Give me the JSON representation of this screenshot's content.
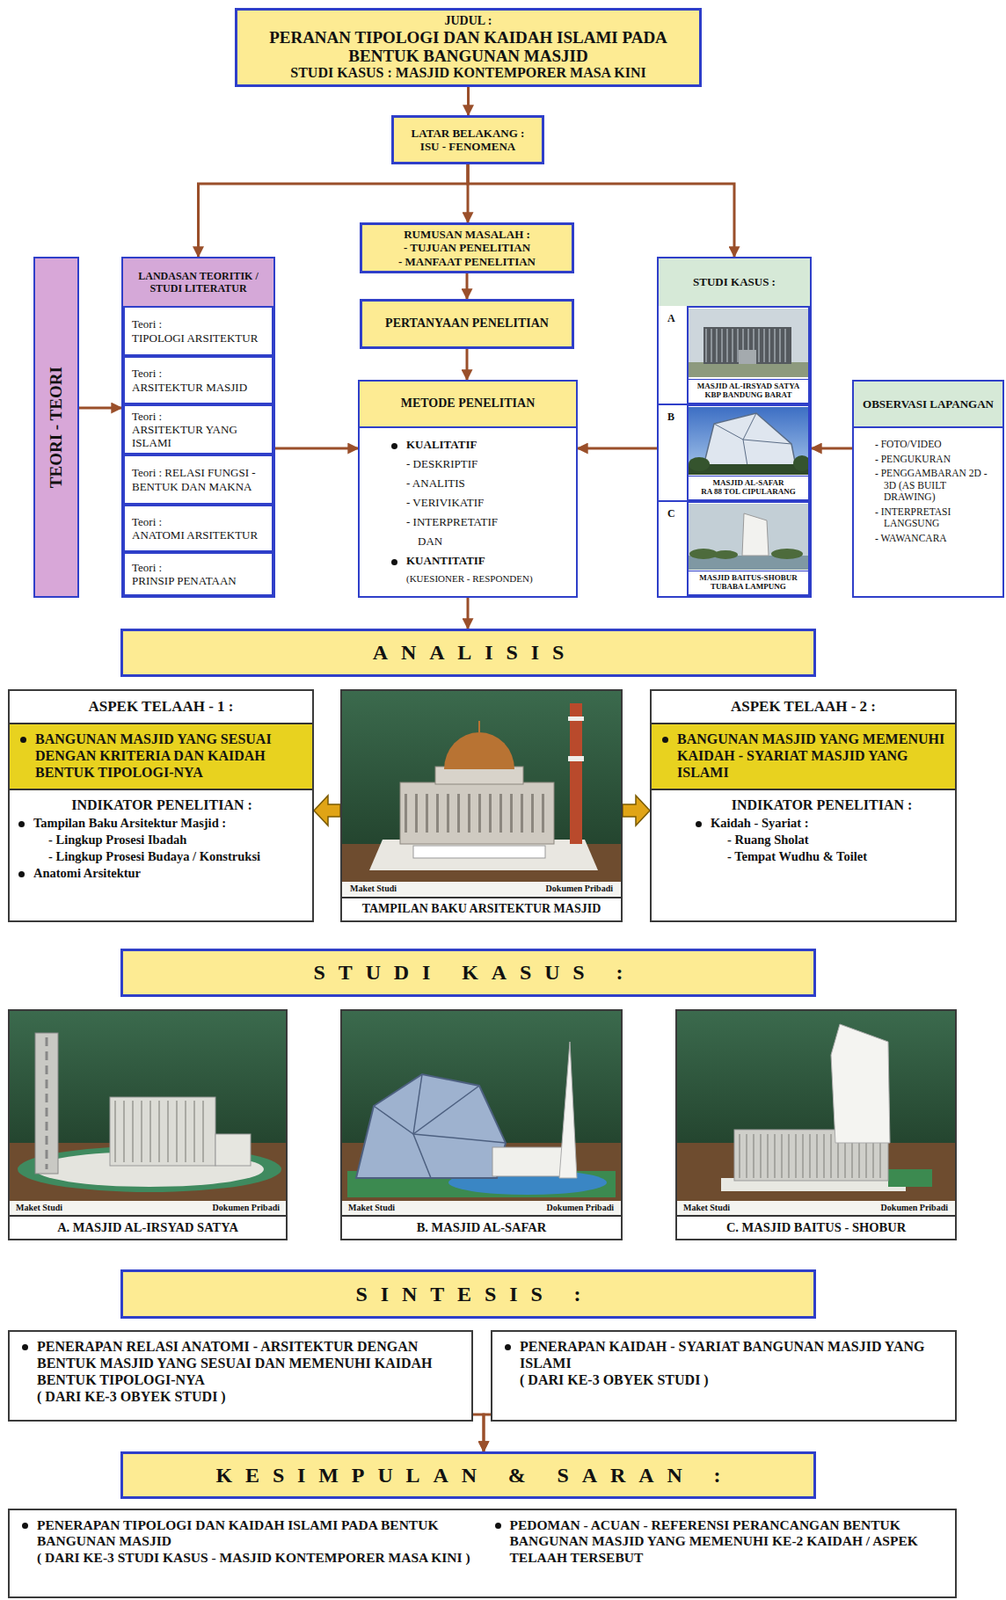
{
  "diagram": {
    "nodes": [
      {
        "text": [
          "JUDUL :",
          "PERANAN TIPOLOGI DAN KAIDAH ISLAMI PADA BENTUK BANGUNAN MASJID",
          "STUDI KASUS : MASJID KONTEMPORER MASA KINI"
        ]
      },
      {
        "text": [
          "LATAR BELAKANG :",
          "ISU - FENOMENA"
        ]
      },
      {
        "text": [
          "TEORI - TEORI"
        ]
      },
      {
        "text": [
          "LANDASAN TEORITIK / STUDI LITERATUR"
        ]
      },
      {
        "text": [
          "Teori :",
          "TIPOLOGI ARSITEKTUR"
        ],
        "in": 3
      },
      {
        "text": [
          "Teori :",
          "ARSITEKTUR MASJID"
        ],
        "in": 3
      },
      {
        "text": [
          "Teori :",
          "ARSITEKTUR YANG ISLAMI"
        ],
        "in": 3
      },
      {
        "text": [
          "Teori : RELASI FUNGSI - BENTUK DAN MAKNA"
        ],
        "in": 3
      },
      {
        "text": [
          "Teori :",
          "ANATOMI ARSITEKTUR"
        ],
        "in": 3
      },
      {
        "text": [
          "Teori :",
          "PRINSIP PENATAAN"
        ],
        "in": 3
      },
      {
        "text": [
          "RUMUSAN MASALAH :",
          "- TUJUAN PENELITIAN",
          "- MANFAAT PENELITIAN"
        ]
      },
      {
        "text": [
          "PERTANYAAN PENELITIAN"
        ]
      },
      {
        "text": [
          "METODE PENELITIAN",
          "KUALITATIF",
          "- DESKRIPTIF",
          "- ANALITIS",
          "- VERIVIKATIF",
          "- INTERPRETATIF",
          "DAN",
          "KUANTITATIF",
          "(KUESIONER - RESPONDEN)"
        ]
      },
      {
        "text": [
          "STUDI KASUS :"
        ]
      },
      {
        "text": [
          "MASJID AL-IRSYAD SATYA",
          "KBP BANDUNG BARAT"
        ],
        "in": 13
      },
      {
        "text": [
          "MASJID AL-SAFAR",
          "RA 88 TOL CIPULARANG"
        ],
        "in": 13
      },
      {
        "text": [
          "MASJID BAITUS-SHOBUR",
          "TUBABA LAMPUNG"
        ],
        "in": 13
      },
      {
        "text": [
          "OBSERVASI LAPANGAN",
          "- FOTO/VIDEO",
          "- PENGUKURAN",
          "- PENGGAMBARAN 2D - 3D (AS BUILT DRAWING)",
          "- INTERPRETASI LANGSUNG",
          "- WAWANCARA"
        ]
      },
      {
        "text": [
          "ANALISIS"
        ]
      },
      {
        "text": [
          "ASPEK TELAAH - 1 :",
          "BANGUNAN MASJID YANG SESUAI DENGAN KRITERIA DAN KAIDAH BENTUK TIPOLOGI-NYA",
          "INDIKATOR PENELITIAN :",
          "Tampilan Baku Arsitektur Masjid :",
          "- Lingkup Prosesi Ibadah",
          "- Lingkup Prosesi Budaya / Konstruksi",
          "Anatomi Arsitektur"
        ]
      },
      {
        "text": [
          "TAMPILAN BAKU ARSITEKTUR MASJID"
        ]
      },
      {
        "text": [
          "ASPEK TELAAH - 2 :",
          "BANGUNAN MASJID YANG MEMENUHI KAIDAH - SYARIAT MASJID YANG ISLAMI",
          "INDIKATOR PENELITIAN :",
          "Kaidah - Syariat :",
          "- Ruang Sholat",
          "- Tempat Wudhu & Toilet"
        ]
      },
      {
        "text": [
          "STUDI KASUS :"
        ]
      },
      {
        "text": [
          "A. MASJID AL-IRSYAD SATYA"
        ]
      },
      {
        "text": [
          "B. MASJID AL-SAFAR"
        ]
      },
      {
        "text": [
          "C. MASJID BAITUS - SHOBUR"
        ]
      },
      {
        "text": [
          "SINTESIS :"
        ]
      },
      {
        "text": [
          "PENERAPAN RELASI ANATOMI - ARSITEKTUR DENGAN BENTUK MASJID YANG SESUAI DAN MEMENUHI KAIDAH BENTUK TIPOLOGI-NYA",
          "( DARI KE-3 OBYEK STUDI )"
        ]
      },
      {
        "text": [
          "PENERAPAN KAIDAH - SYARIAT BANGUNAN MASJID YANG ISLAMI",
          "( DARI KE-3 OBYEK STUDI )"
        ]
      },
      {
        "text": [
          "KESIMPULAN & SARAN :"
        ]
      },
      {
        "text": [
          "PENERAPAN TIPOLOGI DAN KAIDAH ISLAMI PADA BENTUK BANGUNAN MASJID",
          "( DARI KE-3 STUDI KASUS - MASJID KONTEMPORER MASA KINI )",
          "PEDOMAN - ACUAN - REFERENSI PERANCANGAN BENTUK BANGUNAN MASJID YANG MEMENUHI KE-2 KAIDAH / ASPEK TELAAH TERSEBUT"
        ]
      }
    ],
    "edges": [
      {
        "from": 0,
        "to": 1,
        "arrow": "to"
      },
      {
        "from": 1,
        "to": 3,
        "arrow": "to"
      },
      {
        "from": 1,
        "to": 10,
        "arrow": "to"
      },
      {
        "from": 1,
        "to": 13,
        "arrow": "to"
      },
      {
        "from": 10,
        "to": 11,
        "arrow": "to"
      },
      {
        "from": 11,
        "to": 12,
        "arrow": "to"
      },
      {
        "from": 2,
        "to": 3,
        "arrow": "to"
      },
      {
        "from": 3,
        "to": 12,
        "arrow": "to"
      },
      {
        "from": 13,
        "to": 12,
        "arrow": "to"
      },
      {
        "from": 17,
        "to": 13,
        "arrow": "to"
      },
      {
        "from": 12,
        "to": 18,
        "arrow": "to"
      },
      {
        "from": 20,
        "to": 19,
        "arrow": "to"
      },
      {
        "from": 20,
        "to": 21,
        "arrow": "to"
      },
      {
        "from": 27,
        "to": 29,
        "arrow": "to"
      },
      {
        "from": 28,
        "to": 29,
        "arrow": "to"
      }
    ],
    "labels": [
      "A",
      "B",
      "C",
      "Maket Studi",
      "Dokumen Pribadi",
      "Maket Studi",
      "Dokumen Pribadi",
      "Maket Studi",
      "Dokumen Pribadi",
      "Maket Studi",
      "Dokumen Pribadi"
    ]
  }
}
